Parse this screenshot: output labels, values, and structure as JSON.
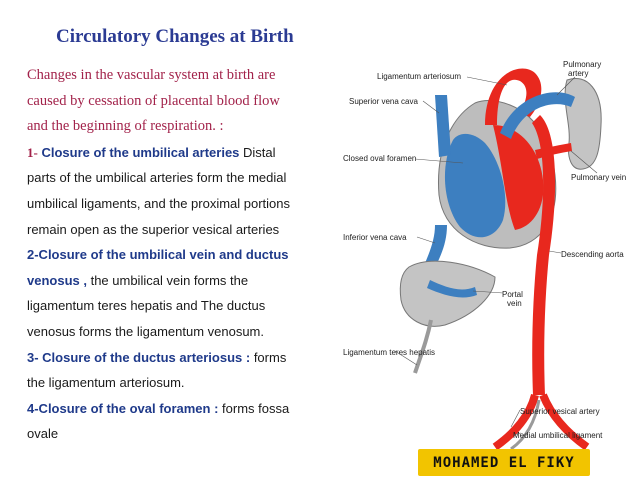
{
  "title": "Circulatory Changes at Birth",
  "intro": [
    "Changes in the vascular system at birth are",
    "caused by cessation of placental blood flow",
    "and the beginning of respiration. :"
  ],
  "items": {
    "i1_num": "1-",
    "i1_head": " Closure of the umbilical arteries",
    "i1_tail": " Distal",
    "i1_l2": "parts of the umbilical arteries form the medial",
    "i1_l3": "umbilical ligaments, and the proximal portions",
    "i1_l4": "remain open as the superior vesical arteries",
    "i2_head": "2-Closure of the umbilical vein and ductus",
    "i2_head2": "venosus ,",
    "i2_tail": " the umbilical vein forms the",
    "i2_l3": "ligamentum teres hepatis and The ductus",
    "i2_l4": "venosus forms the ligamentum venosum.",
    "i3_head": "3-  Closure of the ductus arteriosus :",
    "i3_tail": " forms",
    "i3_l2": "the ligamentum arteriosum.",
    "i4_head": "4-Closure of the oval foramen :",
    "i4_tail": " forms fossa",
    "i4_l2": "ovale"
  },
  "diagram_labels": {
    "ligamentum_arteriosum": "Ligamentum arteriosum",
    "pulmonary_artery_1": "Pulmonary",
    "pulmonary_artery_2": "artery",
    "superior_vena_cava": "Superior vena cava",
    "closed_oval_foramen": "Closed oval foramen",
    "pulmonary_vein": "Pulmonary vein",
    "inferior_vena_cava": "Inferior vena cava",
    "descending_aorta": "Descending aorta",
    "portal_vein_1": "Portal",
    "portal_vein_2": "vein",
    "ligamentum_teres_hepatis": "Ligamentum teres hepatis",
    "superior_vesical_artery": "Superior vesical artery",
    "medial_umbilical_ligament": "Medial umbilical ligament"
  },
  "badge": "MOHAMED EL FIKY",
  "colors": {
    "title": "#2b3b93",
    "intro": "#a2224a",
    "highlight": "#1f3a8a",
    "artery": "#e8281e",
    "vein": "#3d7fc0",
    "organ_gray": "#c4c4c4",
    "badge_bg": "#f2c400"
  }
}
